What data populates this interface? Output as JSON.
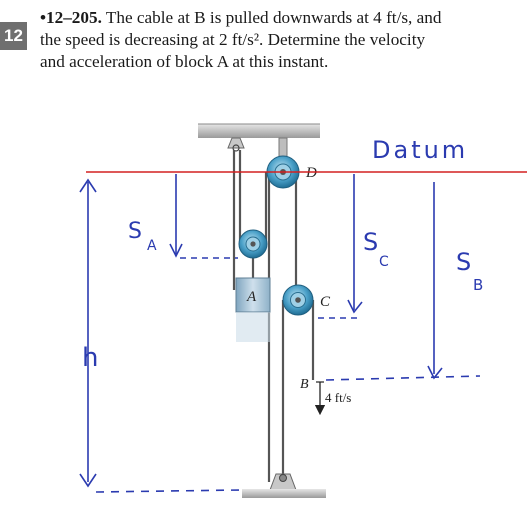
{
  "chapter": {
    "number": "12"
  },
  "problem": {
    "number": "•12–205.",
    "line1": "The cable at B is pulled downwards at 4 ft/s, and",
    "line2": "the speed is decreasing at 2 ft/s². Determine the velocity",
    "line3": "and acceleration of block A at this instant."
  },
  "figure": {
    "pulley_d": "D",
    "pulley_c": "C",
    "block_a": "A",
    "cable_b": "B",
    "speed_label": "4 ft/s",
    "annotations": {
      "datum": "Datum",
      "sa": "S",
      "sa_sub": "A",
      "sc": "S",
      "sc_sub": "C",
      "sb": "S",
      "sb_sub": "B",
      "h": "h"
    },
    "colors": {
      "datum_line": "#d42020",
      "handwriting": "#2b3bb0",
      "pulley": "#4aa0c8",
      "block": "#a9c3d6"
    }
  }
}
